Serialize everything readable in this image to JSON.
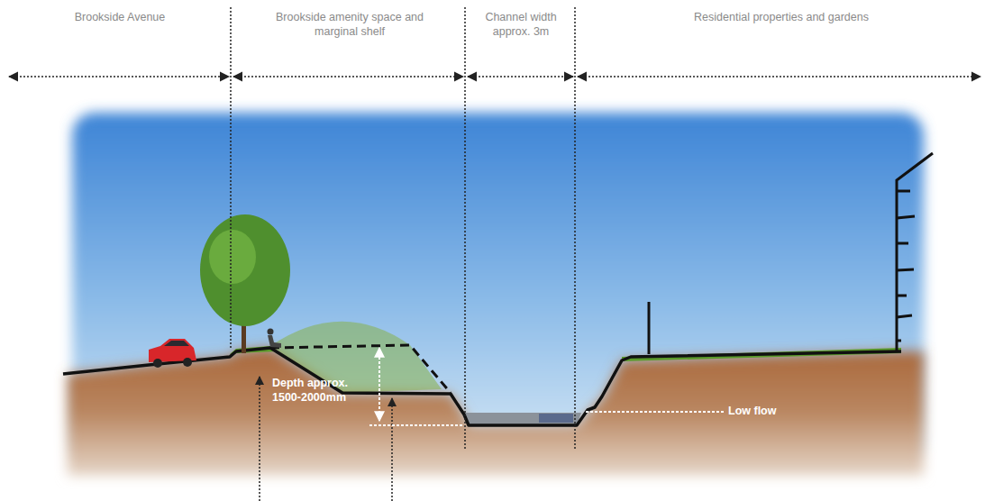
{
  "diagram": {
    "labels": [
      "Brookside Avenue",
      "Brookside amenity space and marginal shelf",
      "Channel width approx. 3m",
      "Residential properties and gardens",
      "Depth approx. 1500-2000mm",
      "Low flow"
    ]
  }
}
